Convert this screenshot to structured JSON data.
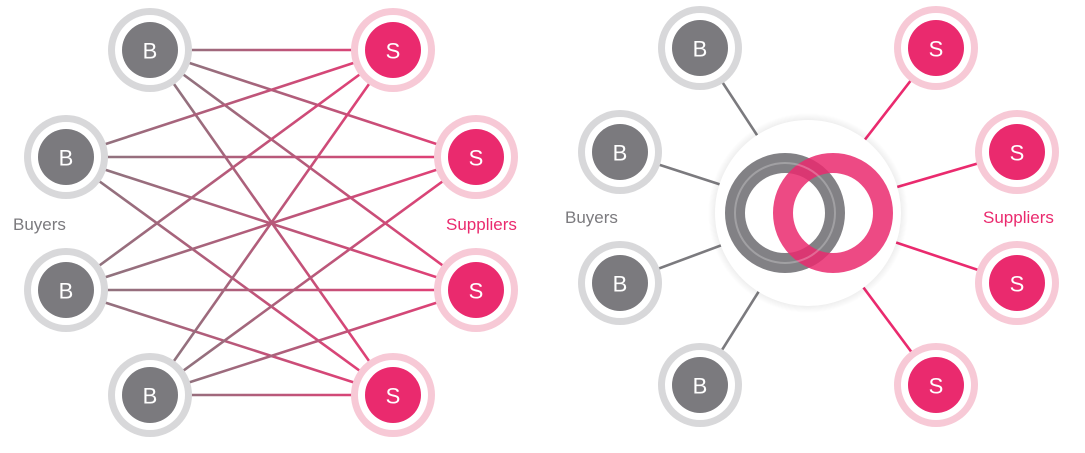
{
  "colors": {
    "buyer": "#7b7a7e",
    "buyer_ring": "#d8d8da",
    "supplier": "#ea2a6e",
    "supplier_ring": "#f7c9d6",
    "label_buyer": "#7b7a7e",
    "label_supplier": "#ea2a6e"
  },
  "left": {
    "buyers_label": "Buyers",
    "suppliers_label": "Suppliers",
    "buyer_letter": "B",
    "supplier_letter": "S"
  },
  "right": {
    "buyers_label": "Buyers",
    "suppliers_label": "Suppliers",
    "buyer_letter": "B",
    "supplier_letter": "S"
  }
}
